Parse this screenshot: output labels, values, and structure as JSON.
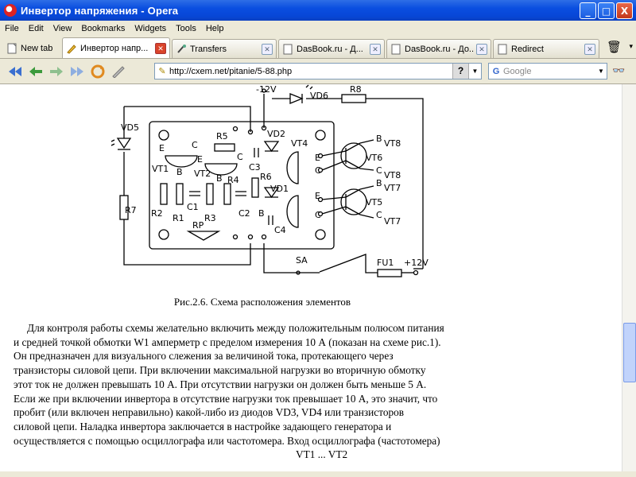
{
  "window": {
    "title": "Инвертор напряжения - Opera",
    "controls": {
      "minimize": "_",
      "maximize": "□",
      "close": "X"
    }
  },
  "menu": [
    "File",
    "Edit",
    "View",
    "Bookmarks",
    "Widgets",
    "Tools",
    "Help"
  ],
  "tabs": [
    {
      "label": "New tab",
      "icon": "new-tab-icon"
    },
    {
      "label": "Инвертор напр...",
      "icon": "pencil-icon",
      "active": true
    },
    {
      "label": "Transfers",
      "icon": "transfers-icon"
    },
    {
      "label": "DasBook.ru - Д...",
      "icon": "page-icon"
    },
    {
      "label": "DasBook.ru - До...",
      "icon": "page-icon"
    },
    {
      "label": "Redirect",
      "icon": "page-icon"
    }
  ],
  "address": {
    "url": "http://cxem.net/pitanie/5-88.php",
    "help": "?",
    "search_placeholder": "Google"
  },
  "schematic": {
    "labels": {
      "v12top": "-12V",
      "vd6": "VD6",
      "r8": "R8",
      "vd5": "VD5",
      "r5": "R5",
      "vd2": "VD2",
      "vt4": "VT4",
      "vt8b": "B",
      "vt8": "VT8",
      "vt6": "VT6",
      "vt8c": "C",
      "vt8c2": "VT8",
      "e1": "E",
      "c1": "C",
      "e2": "E",
      "c2": "C",
      "c3": "C3",
      "e3": "E",
      "c4l": "C",
      "vt1": "VT1",
      "b1": "B",
      "vt2": "VT2",
      "b2": "B",
      "r4": "R4",
      "r6": "R6",
      "vd1": "VD1",
      "vt7b": "B",
      "vt7": "VT7",
      "vt5": "VT5",
      "vt7c": "C",
      "vt7c2": "VT7",
      "e4": "E",
      "c5": "C",
      "r7": "R7",
      "r2": "R2",
      "r1": "R1",
      "c1lbl": "C1",
      "r3": "R3",
      "c2lbl": "C2",
      "b3": "B",
      "rp": "RP",
      "c4": "C4",
      "sa": "SA",
      "fu1": "FU1",
      "v12": "+12V"
    }
  },
  "article": {
    "caption": "Рис.2.6. Схема расположения элементов",
    "lines": [
      "Для контроля работы схемы желательно включить между положительным полюсом питания",
      "и средней точкой обмотки W1 амперметр с пределом измерения 10 А (показан на схеме рис.1).",
      "Он предназначен для визуального слежения за величиной тока, протекающего через",
      "транзисторы силовой цепи. При включении максимальной нагрузки во вторичную обмотку",
      "этот ток не должен превышать 10 А. При отсутствии нагрузки он должен быть меньше 5 А.",
      "Если же при включении инвертора в отсутствие нагрузки ток превышает 10 А, это значит, что",
      "пробит (или включен неправильно) какой-либо из диодов VD3, VD4 или транзисторов",
      "силовой цепи. Наладка инвертора заключается в настройке задающего генератора и",
      "осуществляется с помощью осциллографа или частотомера. Вход осциллографа (частотомера)",
      "VT1 ... VT2"
    ]
  }
}
